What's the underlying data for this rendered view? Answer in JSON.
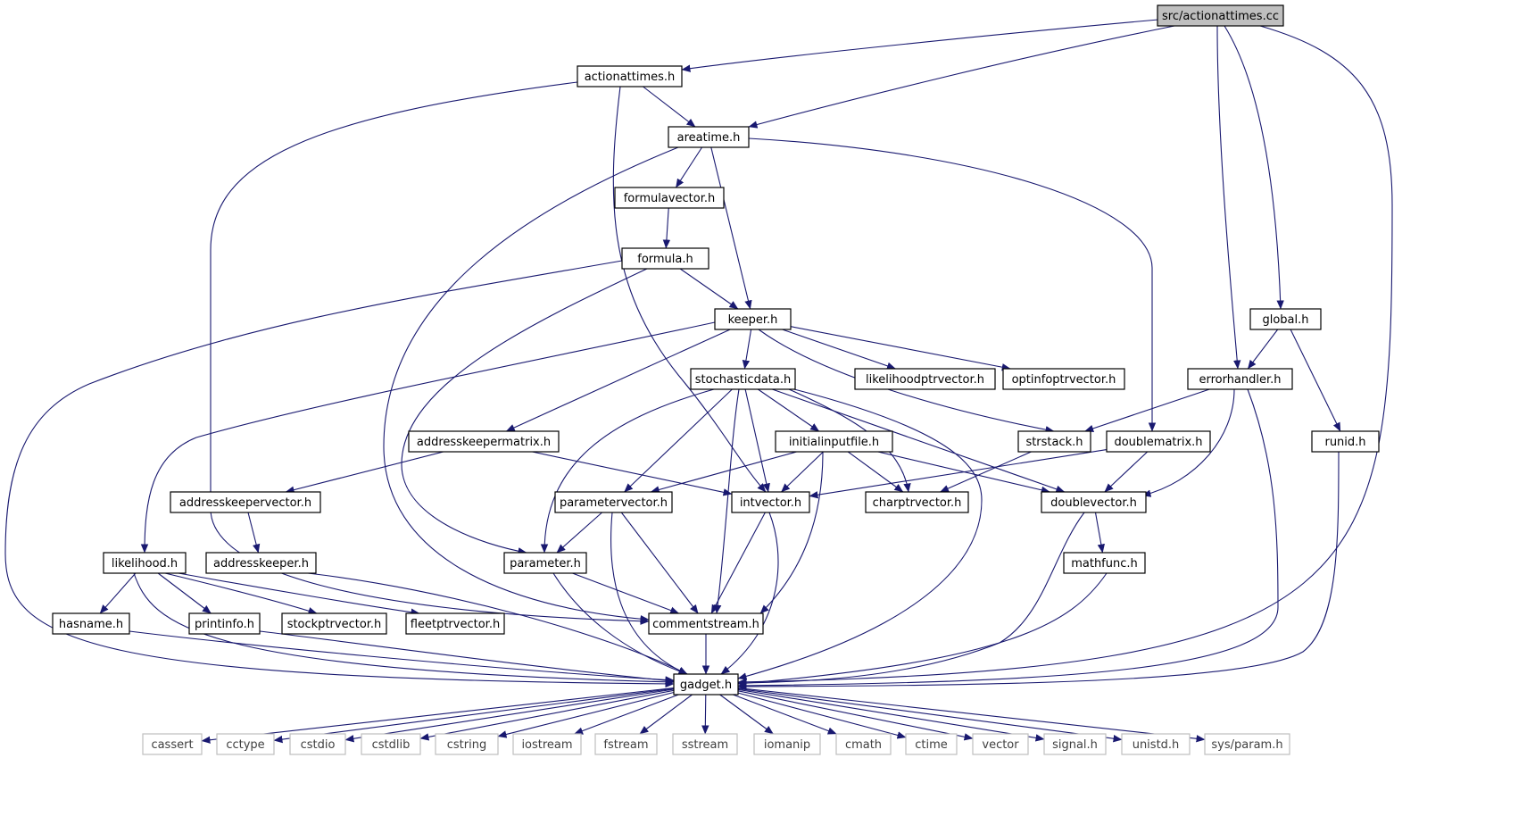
{
  "colors": {
    "edge": "#191970",
    "node_border": "#000000",
    "node_fill": "#ffffff",
    "root_fill": "#bfbfbf",
    "system_border": "#bfbfbf",
    "system_text": "#3f3f3f",
    "text": "#000000"
  },
  "nodes": [
    {
      "id": "root",
      "label": "src/actionattimes.cc",
      "kind": "root"
    },
    {
      "id": "actionattimes_h",
      "label": "actionattimes.h",
      "kind": "file"
    },
    {
      "id": "areatime_h",
      "label": "areatime.h",
      "kind": "file"
    },
    {
      "id": "formulavector_h",
      "label": "formulavector.h",
      "kind": "file"
    },
    {
      "id": "formula_h",
      "label": "formula.h",
      "kind": "file"
    },
    {
      "id": "keeper_h",
      "label": "keeper.h",
      "kind": "file"
    },
    {
      "id": "global_h",
      "label": "global.h",
      "kind": "file"
    },
    {
      "id": "errorhandler_h",
      "label": "errorhandler.h",
      "kind": "file"
    },
    {
      "id": "stochasticdata_h",
      "label": "stochasticdata.h",
      "kind": "file"
    },
    {
      "id": "likelihoodptrvector_h",
      "label": "likelihoodptrvector.h",
      "kind": "file"
    },
    {
      "id": "optinfoptrvector_h",
      "label": "optinfoptrvector.h",
      "kind": "file"
    },
    {
      "id": "addresskeepermatrix_h",
      "label": "addresskeepermatrix.h",
      "kind": "file"
    },
    {
      "id": "initialinputfile_h",
      "label": "initialinputfile.h",
      "kind": "file"
    },
    {
      "id": "strstack_h",
      "label": "strstack.h",
      "kind": "file"
    },
    {
      "id": "doublematrix_h",
      "label": "doublematrix.h",
      "kind": "file"
    },
    {
      "id": "runid_h",
      "label": "runid.h",
      "kind": "file"
    },
    {
      "id": "addresskeepervector_h",
      "label": "addresskeepervector.h",
      "kind": "file"
    },
    {
      "id": "parametervector_h",
      "label": "parametervector.h",
      "kind": "file"
    },
    {
      "id": "intvector_h",
      "label": "intvector.h",
      "kind": "file"
    },
    {
      "id": "charptrvector_h",
      "label": "charptrvector.h",
      "kind": "file"
    },
    {
      "id": "doublevector_h",
      "label": "doublevector.h",
      "kind": "file"
    },
    {
      "id": "likelihood_h",
      "label": "likelihood.h",
      "kind": "file"
    },
    {
      "id": "addresskeeper_h",
      "label": "addresskeeper.h",
      "kind": "file"
    },
    {
      "id": "parameter_h",
      "label": "parameter.h",
      "kind": "file"
    },
    {
      "id": "mathfunc_h",
      "label": "mathfunc.h",
      "kind": "file"
    },
    {
      "id": "hasname_h",
      "label": "hasname.h",
      "kind": "file"
    },
    {
      "id": "printinfo_h",
      "label": "printinfo.h",
      "kind": "file"
    },
    {
      "id": "stockptrvector_h",
      "label": "stockptrvector.h",
      "kind": "file"
    },
    {
      "id": "fleetptrvector_h",
      "label": "fleetptrvector.h",
      "kind": "file"
    },
    {
      "id": "commentstream_h",
      "label": "commentstream.h",
      "kind": "file"
    },
    {
      "id": "gadget_h",
      "label": "gadget.h",
      "kind": "file"
    },
    {
      "id": "cassert",
      "label": "cassert",
      "kind": "system"
    },
    {
      "id": "cctype",
      "label": "cctype",
      "kind": "system"
    },
    {
      "id": "cstdio",
      "label": "cstdio",
      "kind": "system"
    },
    {
      "id": "cstdlib",
      "label": "cstdlib",
      "kind": "system"
    },
    {
      "id": "cstring",
      "label": "cstring",
      "kind": "system"
    },
    {
      "id": "iostream",
      "label": "iostream",
      "kind": "system"
    },
    {
      "id": "fstream",
      "label": "fstream",
      "kind": "system"
    },
    {
      "id": "sstream",
      "label": "sstream",
      "kind": "system"
    },
    {
      "id": "iomanip",
      "label": "iomanip",
      "kind": "system"
    },
    {
      "id": "cmath",
      "label": "cmath",
      "kind": "system"
    },
    {
      "id": "ctime",
      "label": "ctime",
      "kind": "system"
    },
    {
      "id": "vector",
      "label": "vector",
      "kind": "system"
    },
    {
      "id": "signal_h",
      "label": "signal.h",
      "kind": "system"
    },
    {
      "id": "unistd_h",
      "label": "unistd.h",
      "kind": "system"
    },
    {
      "id": "sys_param_h",
      "label": "sys/param.h",
      "kind": "system"
    }
  ],
  "edges": [
    {
      "from": "root",
      "to": "actionattimes_h"
    },
    {
      "from": "root",
      "to": "areatime_h"
    },
    {
      "from": "root",
      "to": "errorhandler_h"
    },
    {
      "from": "root",
      "to": "global_h"
    },
    {
      "from": "root",
      "to": "gadget_h"
    },
    {
      "from": "actionattimes_h",
      "to": "areatime_h"
    },
    {
      "from": "actionattimes_h",
      "to": "intvector_h"
    },
    {
      "from": "actionattimes_h",
      "to": "commentstream_h"
    },
    {
      "from": "areatime_h",
      "to": "formulavector_h"
    },
    {
      "from": "areatime_h",
      "to": "keeper_h"
    },
    {
      "from": "areatime_h",
      "to": "doublematrix_h"
    },
    {
      "from": "areatime_h",
      "to": "commentstream_h"
    },
    {
      "from": "formulavector_h",
      "to": "formula_h"
    },
    {
      "from": "formula_h",
      "to": "keeper_h"
    },
    {
      "from": "formula_h",
      "to": "parameter_h"
    },
    {
      "from": "formula_h",
      "to": "gadget_h"
    },
    {
      "from": "keeper_h",
      "to": "stochasticdata_h"
    },
    {
      "from": "keeper_h",
      "to": "likelihoodptrvector_h"
    },
    {
      "from": "keeper_h",
      "to": "optinfoptrvector_h"
    },
    {
      "from": "keeper_h",
      "to": "addresskeepermatrix_h"
    },
    {
      "from": "keeper_h",
      "to": "strstack_h"
    },
    {
      "from": "keeper_h",
      "to": "likelihood_h"
    },
    {
      "from": "global_h",
      "to": "errorhandler_h"
    },
    {
      "from": "global_h",
      "to": "runid_h"
    },
    {
      "from": "errorhandler_h",
      "to": "strstack_h"
    },
    {
      "from": "errorhandler_h",
      "to": "doublevector_h"
    },
    {
      "from": "errorhandler_h",
      "to": "gadget_h"
    },
    {
      "from": "stochasticdata_h",
      "to": "initialinputfile_h"
    },
    {
      "from": "stochasticdata_h",
      "to": "parametervector_h"
    },
    {
      "from": "stochasticdata_h",
      "to": "intvector_h"
    },
    {
      "from": "stochasticdata_h",
      "to": "charptrvector_h"
    },
    {
      "from": "stochasticdata_h",
      "to": "doublevector_h"
    },
    {
      "from": "stochasticdata_h",
      "to": "parameter_h"
    },
    {
      "from": "stochasticdata_h",
      "to": "commentstream_h"
    },
    {
      "from": "stochasticdata_h",
      "to": "gadget_h"
    },
    {
      "from": "addresskeepermatrix_h",
      "to": "addresskeepervector_h"
    },
    {
      "from": "addresskeepermatrix_h",
      "to": "intvector_h"
    },
    {
      "from": "initialinputfile_h",
      "to": "parametervector_h"
    },
    {
      "from": "initialinputfile_h",
      "to": "intvector_h"
    },
    {
      "from": "initialinputfile_h",
      "to": "charptrvector_h"
    },
    {
      "from": "initialinputfile_h",
      "to": "doublevector_h"
    },
    {
      "from": "initialinputfile_h",
      "to": "commentstream_h"
    },
    {
      "from": "strstack_h",
      "to": "charptrvector_h"
    },
    {
      "from": "doublematrix_h",
      "to": "intvector_h"
    },
    {
      "from": "doublematrix_h",
      "to": "doublevector_h"
    },
    {
      "from": "runid_h",
      "to": "gadget_h"
    },
    {
      "from": "addresskeepervector_h",
      "to": "addresskeeper_h"
    },
    {
      "from": "parametervector_h",
      "to": "parameter_h"
    },
    {
      "from": "parametervector_h",
      "to": "commentstream_h"
    },
    {
      "from": "parametervector_h",
      "to": "gadget_h"
    },
    {
      "from": "intvector_h",
      "to": "commentstream_h"
    },
    {
      "from": "intvector_h",
      "to": "gadget_h"
    },
    {
      "from": "doublevector_h",
      "to": "mathfunc_h"
    },
    {
      "from": "doublevector_h",
      "to": "gadget_h"
    },
    {
      "from": "likelihood_h",
      "to": "hasname_h"
    },
    {
      "from": "likelihood_h",
      "to": "printinfo_h"
    },
    {
      "from": "likelihood_h",
      "to": "stockptrvector_h"
    },
    {
      "from": "likelihood_h",
      "to": "fleetptrvector_h"
    },
    {
      "from": "likelihood_h",
      "to": "gadget_h"
    },
    {
      "from": "addresskeeper_h",
      "to": "gadget_h"
    },
    {
      "from": "parameter_h",
      "to": "commentstream_h"
    },
    {
      "from": "parameter_h",
      "to": "gadget_h"
    },
    {
      "from": "mathfunc_h",
      "to": "gadget_h"
    },
    {
      "from": "hasname_h",
      "to": "gadget_h"
    },
    {
      "from": "printinfo_h",
      "to": "gadget_h"
    },
    {
      "from": "commentstream_h",
      "to": "gadget_h"
    },
    {
      "from": "gadget_h",
      "to": "cassert"
    },
    {
      "from": "gadget_h",
      "to": "cctype"
    },
    {
      "from": "gadget_h",
      "to": "cstdio"
    },
    {
      "from": "gadget_h",
      "to": "cstdlib"
    },
    {
      "from": "gadget_h",
      "to": "cstring"
    },
    {
      "from": "gadget_h",
      "to": "iostream"
    },
    {
      "from": "gadget_h",
      "to": "fstream"
    },
    {
      "from": "gadget_h",
      "to": "sstream"
    },
    {
      "from": "gadget_h",
      "to": "iomanip"
    },
    {
      "from": "gadget_h",
      "to": "cmath"
    },
    {
      "from": "gadget_h",
      "to": "ctime"
    },
    {
      "from": "gadget_h",
      "to": "vector"
    },
    {
      "from": "gadget_h",
      "to": "signal_h"
    },
    {
      "from": "gadget_h",
      "to": "unistd_h"
    },
    {
      "from": "gadget_h",
      "to": "sys_param_h"
    }
  ]
}
